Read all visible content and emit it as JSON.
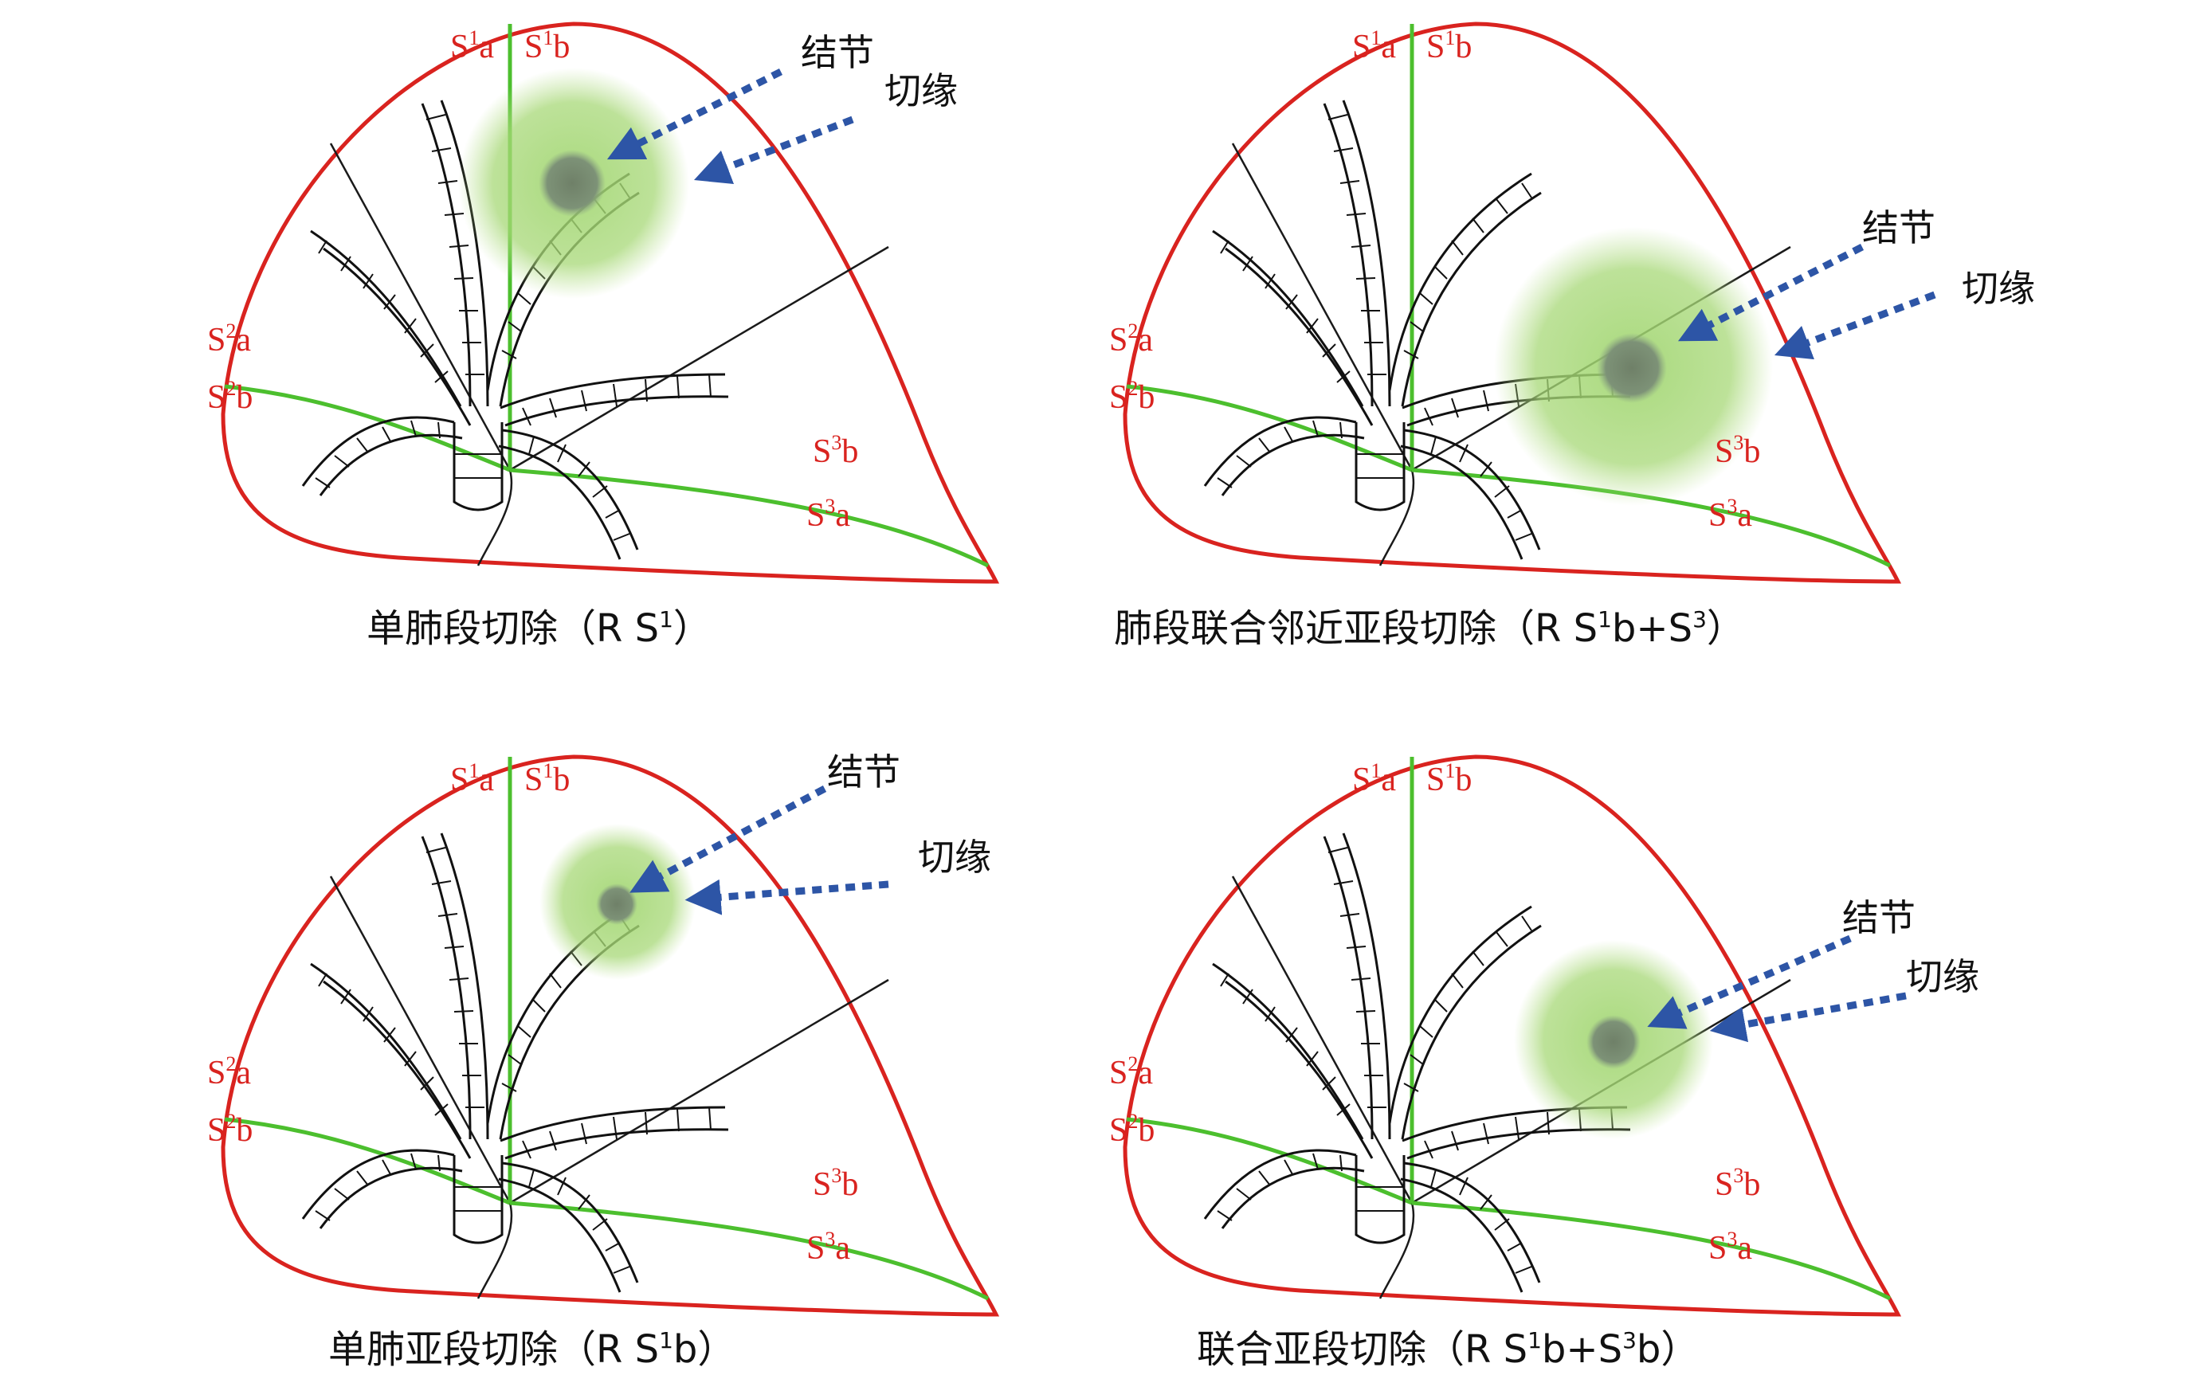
{
  "colors": {
    "lung_outline": "#d9231f",
    "segment_line": "#1a1a1a",
    "green_line": "#4cbf2e",
    "nodule_halo": "#9fd56e",
    "nodule": "#7a8f75",
    "arrow": "#2d55a6",
    "label_text": "#d9231f"
  },
  "panels": [
    {
      "labels": {
        "s1a": {
          "base": "S",
          "sup": "1",
          "tail": "a"
        },
        "s1b": {
          "base": "S",
          "sup": "1",
          "tail": "b"
        },
        "s2a": {
          "base": "S",
          "sup": "2",
          "tail": "a"
        },
        "s2b": {
          "base": "S",
          "sup": "2",
          "tail": "b"
        },
        "s3b": {
          "base": "S",
          "sup": "3",
          "tail": "b"
        },
        "s3a": {
          "base": "S",
          "sup": "3",
          "tail": "a"
        }
      },
      "nodule_label": "结节",
      "margin_label": "切缘",
      "caption": {
        "main": "单肺段切除（R S",
        "sup": "1",
        "tail": "）"
      }
    },
    {
      "labels": {
        "s1a": {
          "base": "S",
          "sup": "1",
          "tail": "a"
        },
        "s1b": {
          "base": "S",
          "sup": "1",
          "tail": "b"
        },
        "s2a": {
          "base": "S",
          "sup": "2",
          "tail": "a"
        },
        "s2b": {
          "base": "S",
          "sup": "2",
          "tail": "b"
        },
        "s3b": {
          "base": "S",
          "sup": "3",
          "tail": "b"
        },
        "s3a": {
          "base": "S",
          "sup": "3",
          "tail": "a"
        }
      },
      "nodule_label": "结节",
      "margin_label": "切缘",
      "caption": {
        "main": "肺段联合邻近亚段切除（R S",
        "sup": "1",
        "mid": "b+S",
        "sup2": "3",
        "tail": "）"
      }
    },
    {
      "labels": {
        "s1a": {
          "base": "S",
          "sup": "1",
          "tail": "a"
        },
        "s1b": {
          "base": "S",
          "sup": "1",
          "tail": "b"
        },
        "s2a": {
          "base": "S",
          "sup": "2",
          "tail": "a"
        },
        "s2b": {
          "base": "S",
          "sup": "2",
          "tail": "b"
        },
        "s3b": {
          "base": "S",
          "sup": "3",
          "tail": "b"
        },
        "s3a": {
          "base": "S",
          "sup": "3",
          "tail": "a"
        }
      },
      "nodule_label": "结节",
      "margin_label": "切缘",
      "caption": {
        "main": "单肺亚段切除（R S",
        "sup": "1",
        "tail": "b）"
      }
    },
    {
      "labels": {
        "s1a": {
          "base": "S",
          "sup": "1",
          "tail": "a"
        },
        "s1b": {
          "base": "S",
          "sup": "1",
          "tail": "b"
        },
        "s2a": {
          "base": "S",
          "sup": "2",
          "tail": "a"
        },
        "s2b": {
          "base": "S",
          "sup": "2",
          "tail": "b"
        },
        "s3b": {
          "base": "S",
          "sup": "3",
          "tail": "b"
        },
        "s3a": {
          "base": "S",
          "sup": "3",
          "tail": "a"
        }
      },
      "nodule_label": "结节",
      "margin_label": "切缘",
      "caption": {
        "main": "联合亚段切除（R S",
        "sup": "1",
        "mid": "b+S",
        "sup2": "3",
        "tail": "b）"
      }
    }
  ]
}
